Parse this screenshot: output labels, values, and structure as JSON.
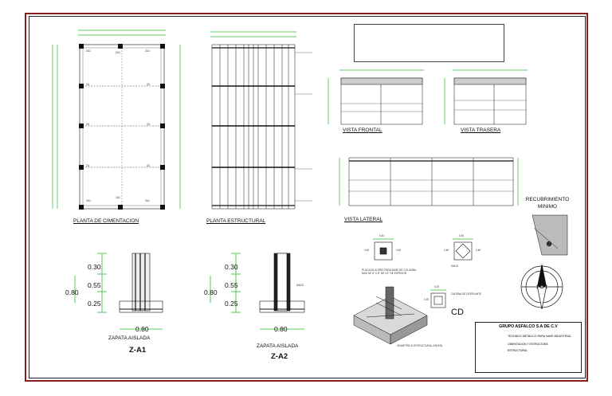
{
  "views": {
    "foundation_plan": "PLANTA DE CIMENTACION",
    "structural_plan": "PLANTA ESTRUCTURAL",
    "front_view": "VISTA FRONTAL",
    "rear_view": "VISTA TRASERA",
    "side_view": "VISTA LATERAL",
    "min_cover": "RECUBRIMIENTO MINIMO"
  },
  "footing_labels": {
    "za1": "ZA1",
    "za": "ZA"
  },
  "footing_a1": {
    "title": "ZAPATA AISLADA",
    "code": "Z-A1",
    "dims": [
      "0.30",
      "0.55",
      "0.25"
    ],
    "total_height": "0.80",
    "width": "0.80"
  },
  "footing_a2": {
    "title": "ZAPATA AISLADA",
    "code": "Z-A2",
    "dims": [
      "0.30",
      "0.55",
      "0.25"
    ],
    "total_height": "0.80",
    "width": "0.80"
  },
  "details": {
    "base_plate_note": "PLACA DE ACERO PARA BASE DE COLUMNA MAS DE 8\" X 8\" DE 1/2\" DE ESPESOR",
    "dado_a": "DADO",
    "dado_b": "DADO",
    "chain_title": "CADENA DE DESPLANTE",
    "chain_code": "CD",
    "iso_note": "ISOMETRICO ESTRUCTURAL ZAPATA",
    "plate_dims": [
      "0.40",
      "0.40",
      "0.40"
    ],
    "dado_dims": [
      "0.40",
      "0.40",
      "0.40"
    ],
    "chain_dims": [
      "0.20",
      "0.20"
    ]
  },
  "title_block": {
    "company": "GRUPO ASFALCO S.A DE C.V",
    "project": "TECHADO METALICO PARA NAVE INDUSTRIAL",
    "content": "CIMENTACION Y ESTRUCTURA",
    "sheet": "ESTRUCTURAL"
  }
}
